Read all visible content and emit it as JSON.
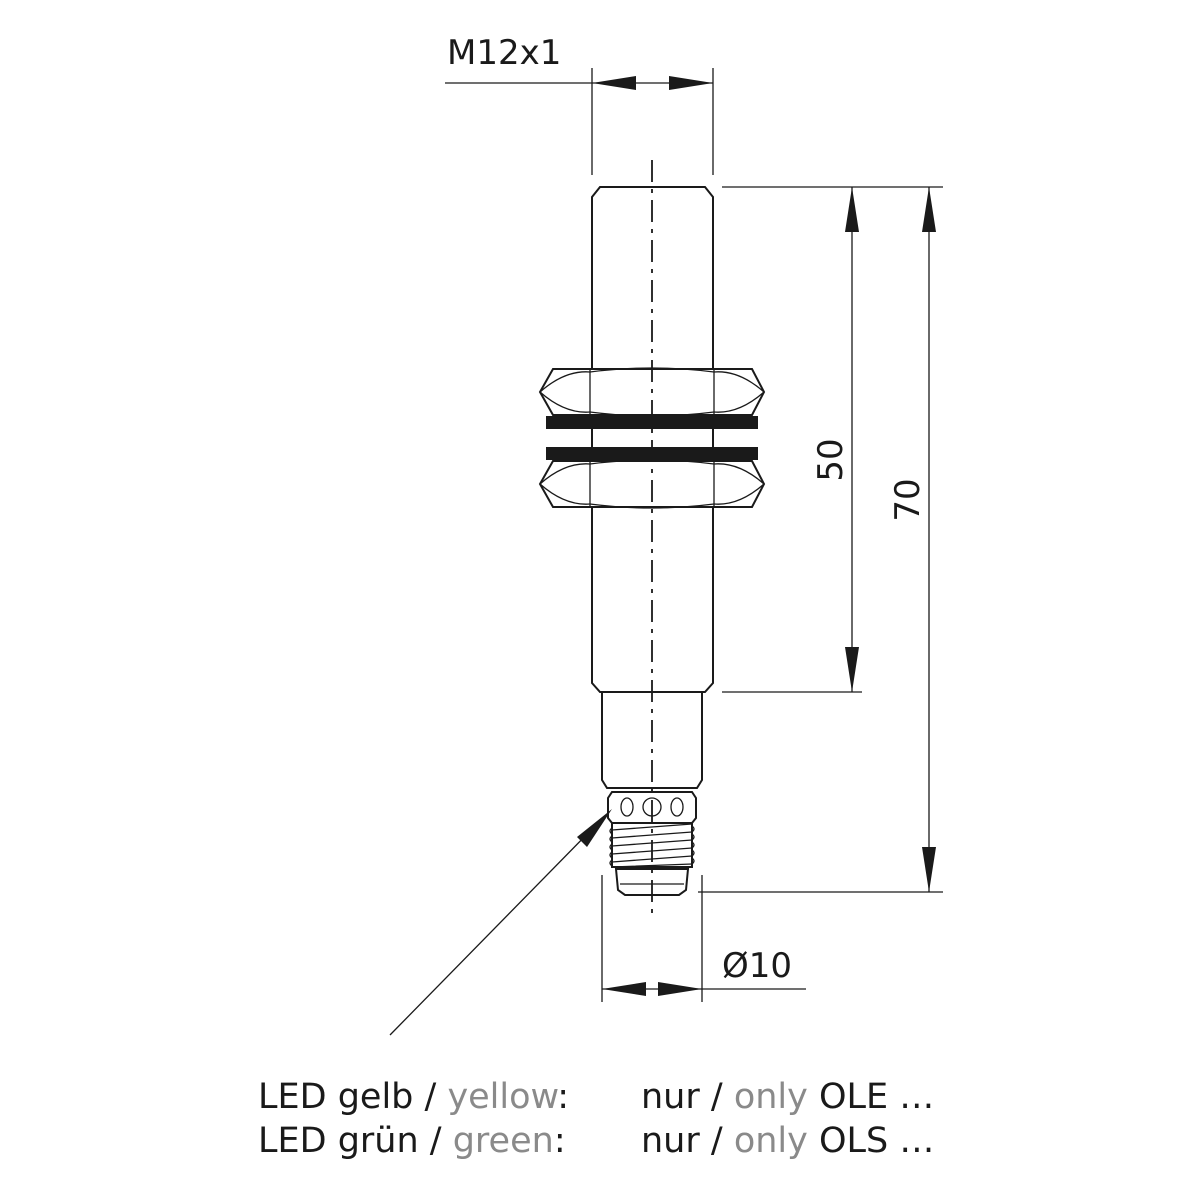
{
  "dimensions": {
    "thread": "M12x1",
    "length_thread": "50",
    "length_total": "70",
    "diameter_connector": "Ø10"
  },
  "legend": [
    {
      "de": "LED gelb",
      "sep": " / ",
      "en": "yellow",
      "colon": ":",
      "de2": "nur",
      "sep2": " / ",
      "en2": "only",
      "model": " OLE …"
    },
    {
      "de": "LED grün",
      "sep": " / ",
      "en": "green",
      "colon": ":",
      "de2": "nur",
      "sep2": " / ",
      "en2": "only",
      "model": " OLS …"
    }
  ],
  "colors": {
    "ink": "#1a1a1a",
    "secondary_text": "#8a8a8a"
  }
}
